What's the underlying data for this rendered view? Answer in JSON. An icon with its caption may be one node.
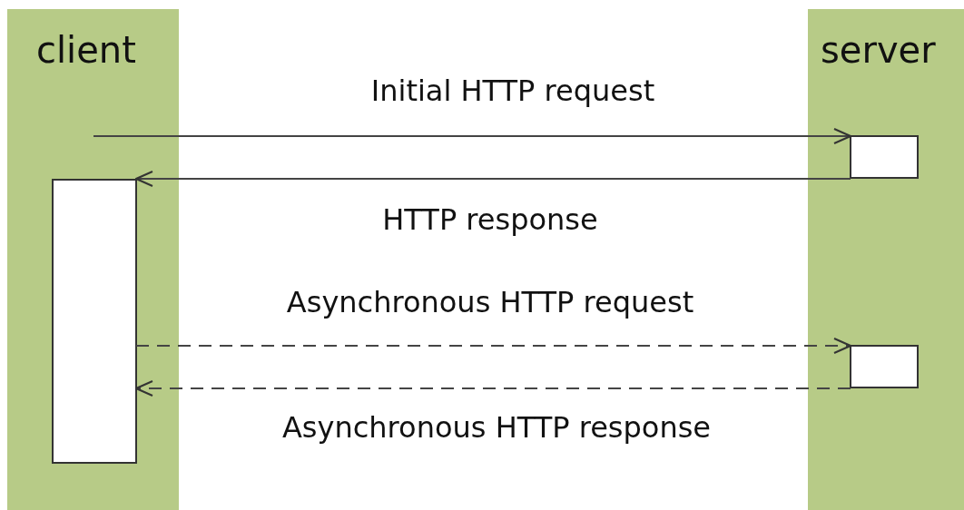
{
  "diagram": {
    "nodes": [
      {
        "text": [
          "client"
        ]
      },
      {
        "text": [
          "server"
        ]
      },
      {
        "text": [],
        "shape": "box",
        "in": 0
      },
      {
        "text": [],
        "shape": "box",
        "in": 1
      },
      {
        "text": [],
        "shape": "box",
        "in": 1
      }
    ],
    "edges": [
      {
        "from": null,
        "to": 3,
        "arrow": "to",
        "label": "Initial HTTP request"
      },
      {
        "from": 3,
        "to": 2,
        "arrow": "to",
        "label": "HTTP response"
      },
      {
        "from": 2,
        "to": 4,
        "arrow": "to",
        "label": "Asynchronous HTTP request",
        "style": "dashed"
      },
      {
        "from": 4,
        "to": 2,
        "arrow": "to",
        "label": "Asynchronous HTTP response",
        "style": "dashed"
      }
    ]
  }
}
